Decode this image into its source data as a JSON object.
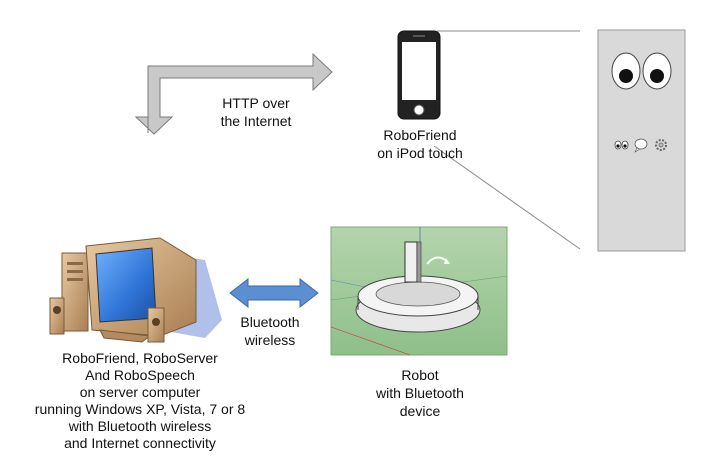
{
  "labels": {
    "http_line1": "HTTP over",
    "http_line2": "the Internet",
    "ipod_line1": "RoboFriend",
    "ipod_line2": "on iPod touch",
    "bt_line1": "Bluetooth",
    "bt_line2": "wireless",
    "robot_line1": "Robot",
    "robot_line2": "with Bluetooth",
    "robot_line3": "device",
    "server_line1": "RoboFriend, RoboServer",
    "server_line2": "And RoboSpeech",
    "server_line3": "on server computer",
    "server_line4": "running Windows XP, Vista, 7 or 8",
    "server_line5": "with Bluetooth wireless",
    "server_line6": "and Internet connectivity"
  },
  "colors": {
    "http_arrow": "#c8c8c8",
    "bluetooth_arrow": "#5b8fd1",
    "screen_panel": "#d9d9d9",
    "robot_background": "#9fc69a",
    "monitor_body": "#c9a37a",
    "monitor_screen": "#2f74d6"
  },
  "icons": {
    "http_arrow": "bidirectional-elbow-arrow-icon",
    "bluetooth_arrow": "double-headed-arrow-icon",
    "ipod": "ipod-touch-icon",
    "computer": "desktop-computer-icon",
    "robot": "robot-vacuum-icon",
    "eyes": "eyes-icon",
    "speech": "speech-bubble-icon",
    "settings": "gear-icon"
  }
}
